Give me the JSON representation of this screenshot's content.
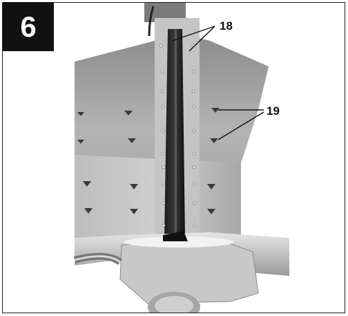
{
  "figure": {
    "number": "6",
    "callouts": [
      {
        "id": "c18",
        "label": "18"
      },
      {
        "id": "c19",
        "label": "19"
      }
    ]
  }
}
